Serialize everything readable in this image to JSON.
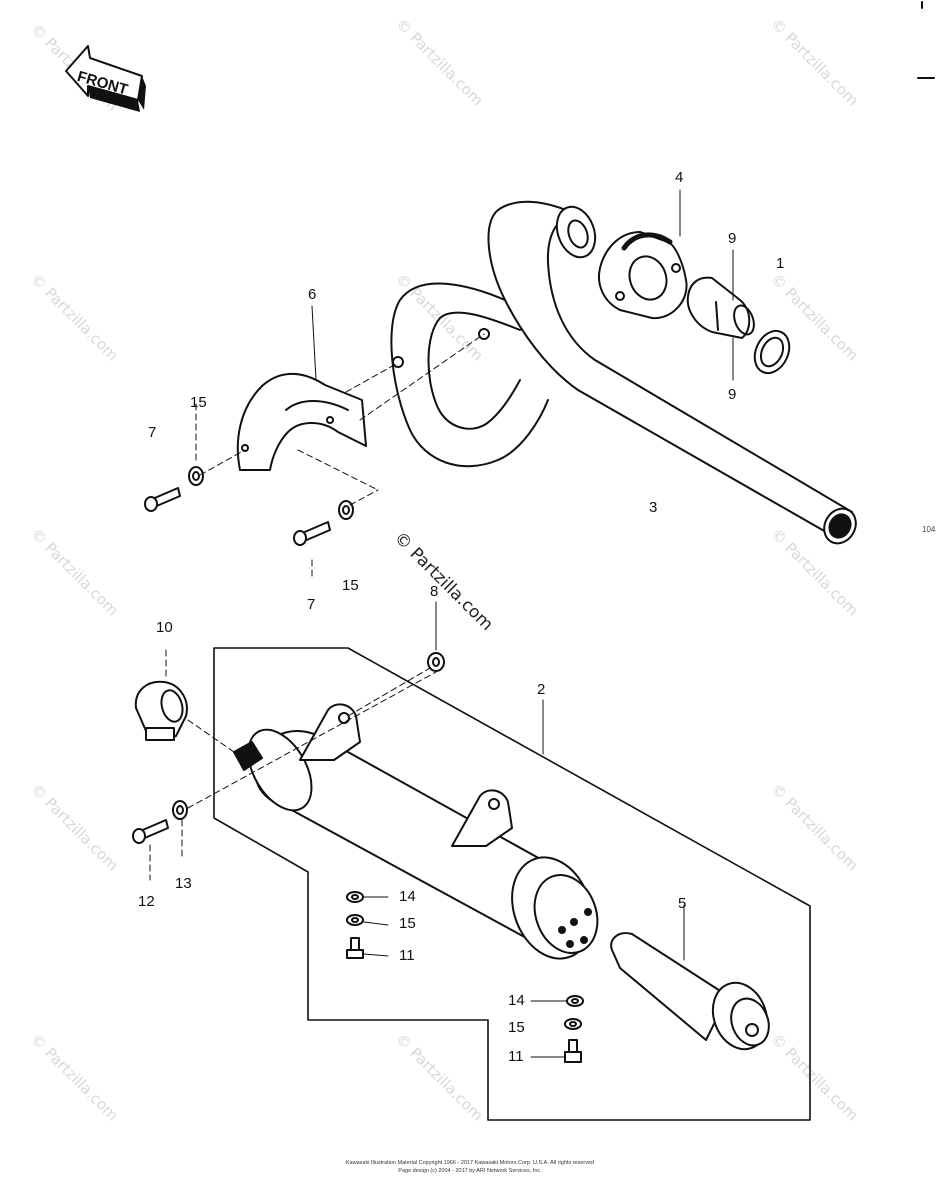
{
  "orientation": {
    "label": "FRONT"
  },
  "callouts": {
    "c1": "1",
    "c2": "2",
    "c3": "3",
    "c4": "4",
    "c5": "5",
    "c6": "6",
    "c7a": "7",
    "c7b": "7",
    "c8": "8",
    "c9a": "9",
    "c9b": "9",
    "c10": "10",
    "c11a": "11",
    "c11b": "11",
    "c12": "12",
    "c13": "13",
    "c14a": "14",
    "c14b": "14",
    "c15a": "15",
    "c15b": "15",
    "c15c": "15",
    "c15d": "15"
  },
  "figure_code": "104",
  "watermark": {
    "center": "© Partzilla.com",
    "repeat": "© Partzilla.com"
  },
  "footer": {
    "line1": "Kawasaki Illustration Material Copyright 1966 - 2017 Kawasaki Motors Corp. U.S.A. All rights reserved",
    "line2": "Page design (c) 2004 - 2017 by ARI Network Services, Inc."
  }
}
